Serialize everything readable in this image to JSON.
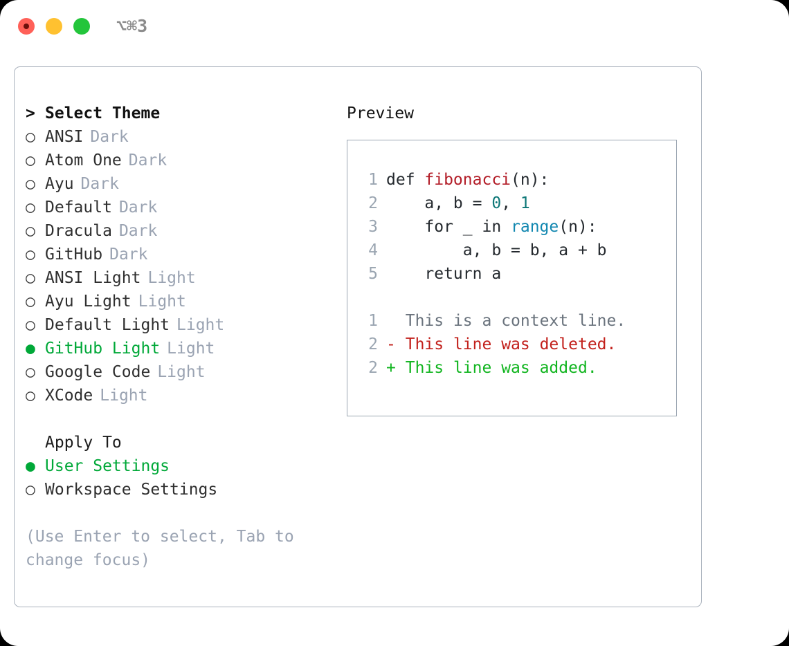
{
  "titlebar": {
    "shortcut": "⌥⌘3",
    "buttons": [
      {
        "name": "close",
        "color": "#ff6058"
      },
      {
        "name": "minimize",
        "color": "#ffc130"
      },
      {
        "name": "maximize",
        "color": "#23c53b"
      }
    ]
  },
  "theme_picker": {
    "header_marker": ">",
    "header": "Select Theme",
    "items": [
      {
        "marker": "○",
        "label": "ANSI",
        "tag": "Dark",
        "selected": false
      },
      {
        "marker": "○",
        "label": "Atom One",
        "tag": "Dark",
        "selected": false
      },
      {
        "marker": "○",
        "label": "Ayu",
        "tag": "Dark",
        "selected": false
      },
      {
        "marker": "○",
        "label": "Default",
        "tag": "Dark",
        "selected": false
      },
      {
        "marker": "○",
        "label": "Dracula",
        "tag": "Dark",
        "selected": false
      },
      {
        "marker": "○",
        "label": "GitHub",
        "tag": "Dark",
        "selected": false
      },
      {
        "marker": "○",
        "label": "ANSI Light",
        "tag": "Light",
        "selected": false
      },
      {
        "marker": "○",
        "label": "Ayu Light",
        "tag": "Light",
        "selected": false
      },
      {
        "marker": "○",
        "label": "Default Light",
        "tag": "Light",
        "selected": false
      },
      {
        "marker": "●",
        "label": "GitHub Light",
        "tag": "Light",
        "selected": true
      },
      {
        "marker": "○",
        "label": "Google Code",
        "tag": "Light",
        "selected": false
      },
      {
        "marker": "○",
        "label": "XCode",
        "tag": "Light",
        "selected": false
      }
    ]
  },
  "apply_to": {
    "header": "Apply To",
    "items": [
      {
        "marker": "●",
        "label": "User Settings",
        "selected": true
      },
      {
        "marker": "○",
        "label": "Workspace Settings",
        "selected": false
      }
    ]
  },
  "hint": "(Use Enter to select, Tab to change focus)",
  "preview": {
    "title": "Preview",
    "code_lines": [
      {
        "num": "1",
        "tokens": [
          {
            "t": "def ",
            "c": "plain"
          },
          {
            "t": "fibonacci",
            "c": "fn"
          },
          {
            "t": "(n):",
            "c": "plain"
          }
        ]
      },
      {
        "num": "2",
        "tokens": [
          {
            "t": "    a, b = ",
            "c": "plain"
          },
          {
            "t": "0",
            "c": "num"
          },
          {
            "t": ", ",
            "c": "plain"
          },
          {
            "t": "1",
            "c": "num"
          }
        ]
      },
      {
        "num": "3",
        "tokens": [
          {
            "t": "    for _ in ",
            "c": "plain"
          },
          {
            "t": "range",
            "c": "call"
          },
          {
            "t": "(n):",
            "c": "plain"
          }
        ]
      },
      {
        "num": "4",
        "tokens": [
          {
            "t": "        a, b = b, a + b",
            "c": "plain"
          }
        ]
      },
      {
        "num": "5",
        "tokens": [
          {
            "t": "    return a",
            "c": "plain"
          }
        ]
      }
    ],
    "diff_lines": [
      {
        "num": "1",
        "sign": " ",
        "text": "This is a context line.",
        "kind": "ctx"
      },
      {
        "num": "2",
        "sign": "-",
        "text": "This line was deleted.",
        "kind": "del"
      },
      {
        "num": "2",
        "sign": "+",
        "text": "This line was added.",
        "kind": "add"
      }
    ]
  },
  "colors": {
    "selected_green": "#00a838",
    "muted": "#9aa3b2",
    "function_red": "#b31d28",
    "number_teal": "#0d7777",
    "call_blue": "#1187b0",
    "diff_delete": "#c2201b",
    "diff_add": "#12b520",
    "border": "#aab2bd"
  }
}
